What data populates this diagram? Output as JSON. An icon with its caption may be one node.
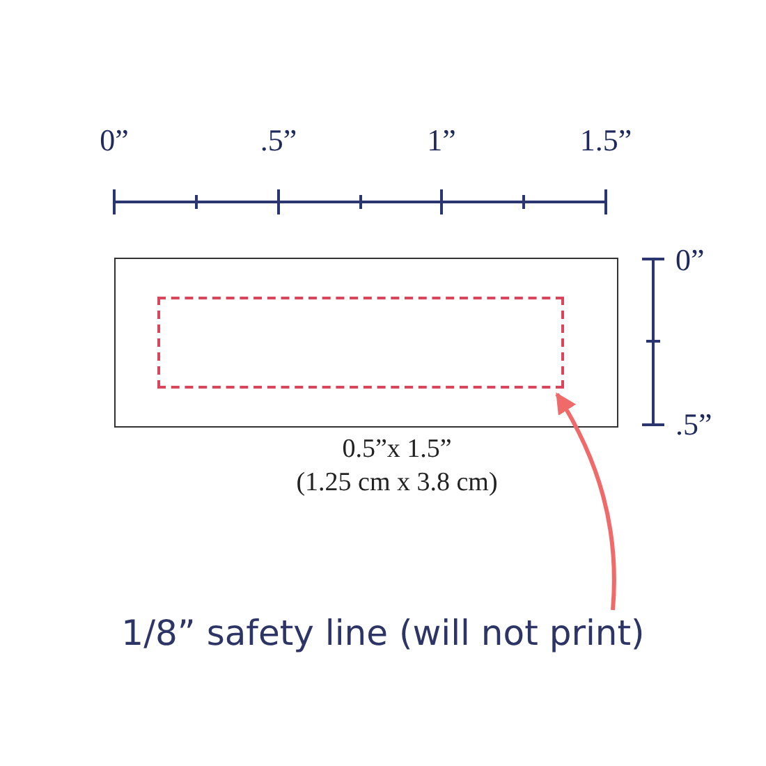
{
  "diagram": {
    "nodes": [
      {
        "text": [],
        "shape": "box"
      },
      {
        "text": [],
        "shape": "box",
        "in": 0
      },
      {
        "text": [
          "1/8” safety line (will not print)"
        ]
      }
    ],
    "edges": [
      {
        "from": 2,
        "to": 1,
        "arrow": "to",
        "color": "#f06a6a"
      }
    ],
    "labels": [
      "0”",
      ".5”",
      "1”",
      "1.5”",
      "0”",
      ".5”",
      "0.5”x 1.5”",
      "(1.25 cm x 3.8 cm)"
    ]
  }
}
